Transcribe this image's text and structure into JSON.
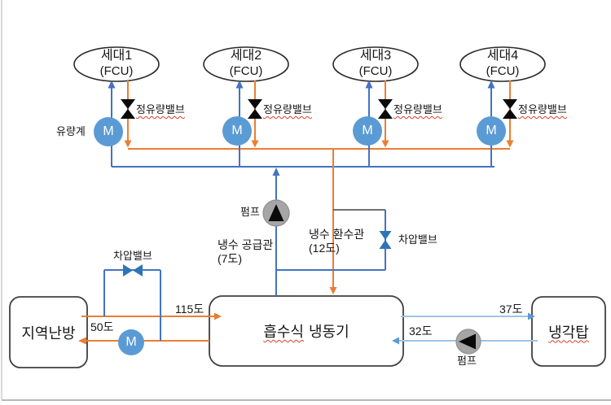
{
  "units": [
    {
      "name": "세대1",
      "type": "(FCU)",
      "valve": "정유량밸브"
    },
    {
      "name": "세대2",
      "type": "(FCU)",
      "valve": "정유량밸브"
    },
    {
      "name": "세대3",
      "type": "(FCU)",
      "valve": "정유량밸브"
    },
    {
      "name": "세대4",
      "type": "(FCU)",
      "valve": "정유량밸브"
    }
  ],
  "meters": {
    "flow_meter_label": "유량계",
    "meter_symbol": "M"
  },
  "pumps": {
    "top_label": "펌프",
    "bottom_label": "펌프"
  },
  "pipes": {
    "supply_line1": "냉수 공급관",
    "supply_line2": "(7도)",
    "return_line1": "냉수 환수관",
    "return_line2": "(12도)"
  },
  "valves": {
    "diff_valve_mid": "차압밸브",
    "diff_valve_left": "차압밸브"
  },
  "temps": {
    "t115": "115도",
    "t50": "50도",
    "t37": "37도",
    "t32": "32도"
  },
  "equipment": {
    "district_heating": "지역난방",
    "chiller_word1": "흡수식",
    "chiller_word2": "냉동기",
    "cooling_tower": "냉각탑"
  },
  "colors": {
    "orange": "#ED7D31",
    "blue": "#4472C4",
    "light_blue": "#9DC3E6",
    "meter_blue": "#5B9BD5",
    "valve_blue": "#2E75B6",
    "pump_gray": "#A6A6A6"
  }
}
